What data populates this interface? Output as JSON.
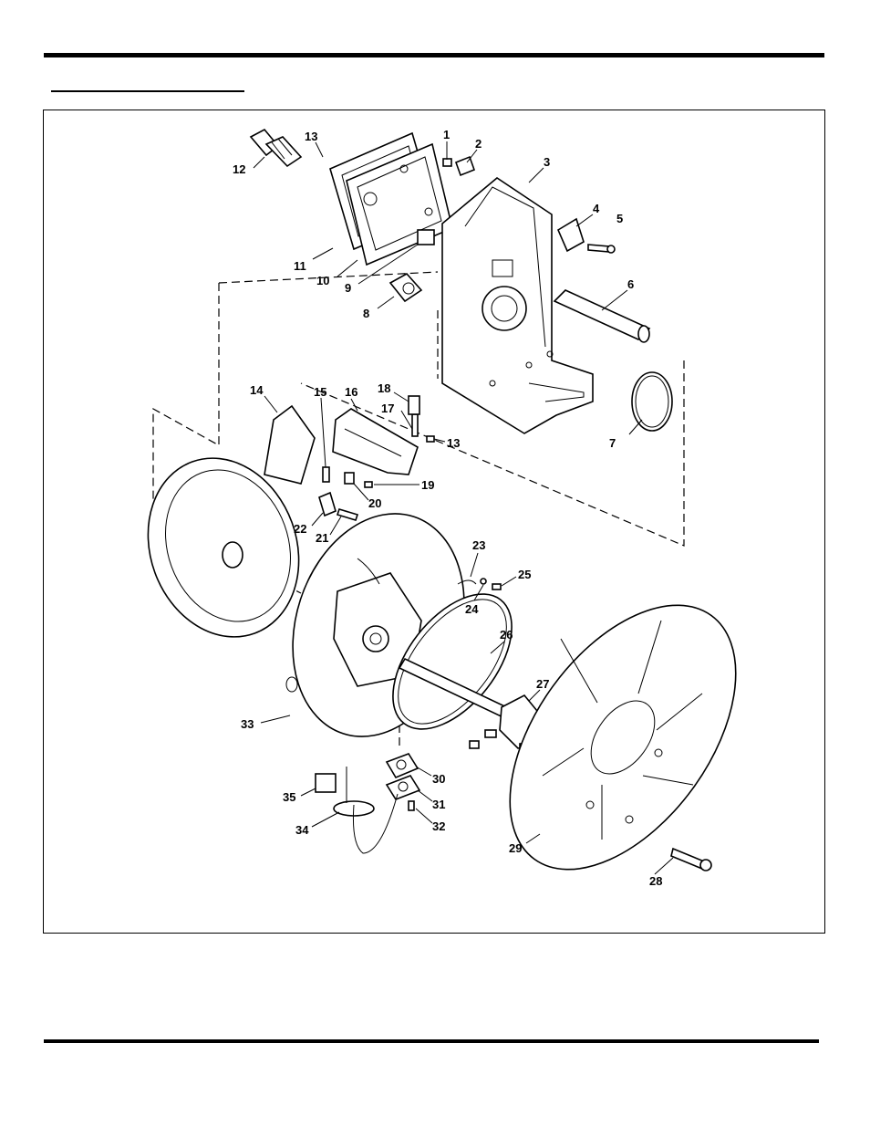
{
  "diagram": {
    "callouts": [
      {
        "id": "1",
        "text": "1"
      },
      {
        "id": "2",
        "text": "2"
      },
      {
        "id": "3",
        "text": "3"
      },
      {
        "id": "4",
        "text": "4"
      },
      {
        "id": "5",
        "text": "5"
      },
      {
        "id": "6",
        "text": "6"
      },
      {
        "id": "7",
        "text": "7"
      },
      {
        "id": "8",
        "text": "8"
      },
      {
        "id": "9",
        "text": "9"
      },
      {
        "id": "10",
        "text": "10"
      },
      {
        "id": "11",
        "text": "11"
      },
      {
        "id": "12",
        "text": "12"
      },
      {
        "id": "13a",
        "text": "13"
      },
      {
        "id": "13b",
        "text": "13"
      },
      {
        "id": "14",
        "text": "14"
      },
      {
        "id": "15",
        "text": "15"
      },
      {
        "id": "16",
        "text": "16"
      },
      {
        "id": "17",
        "text": "17"
      },
      {
        "id": "18",
        "text": "18"
      },
      {
        "id": "19",
        "text": "19"
      },
      {
        "id": "20",
        "text": "20"
      },
      {
        "id": "21",
        "text": "21"
      },
      {
        "id": "22",
        "text": "22"
      },
      {
        "id": "23",
        "text": "23"
      },
      {
        "id": "24",
        "text": "24"
      },
      {
        "id": "25",
        "text": "25"
      },
      {
        "id": "26",
        "text": "26"
      },
      {
        "id": "27",
        "text": "27"
      },
      {
        "id": "28",
        "text": "28"
      },
      {
        "id": "29",
        "text": "29"
      },
      {
        "id": "30",
        "text": "30"
      },
      {
        "id": "31",
        "text": "31"
      },
      {
        "id": "32",
        "text": "32"
      },
      {
        "id": "33",
        "text": "33"
      },
      {
        "id": "34",
        "text": "34"
      },
      {
        "id": "35",
        "text": "35"
      }
    ]
  }
}
